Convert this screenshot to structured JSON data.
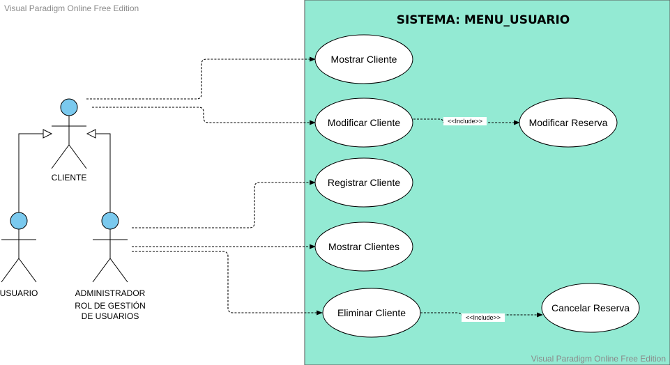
{
  "watermark_top": "Visual Paradigm Online Free Edition",
  "watermark_bottom": "Visual Paradigm Online Free Edition",
  "system": {
    "title": "SISTEMA: MENU_USUARIO",
    "fill_color": "#93ead3"
  },
  "actors": {
    "cliente": "CLIENTE",
    "usuario": "USUARIO",
    "administrador": "ADMINISTRADOR",
    "administrador_note_line1": "ROL DE GESTIÓN",
    "administrador_note_line2": "DE USUARIOS",
    "head_color": "#7ac9ee"
  },
  "use_cases": {
    "mostrar_cliente": "Mostrar Cliente",
    "modificar_cliente": "Modificar Cliente",
    "modificar_reserva": "Modificar Reserva",
    "registrar_cliente": "Registrar Cliente",
    "mostrar_clientes": "Mostrar Clientes",
    "eliminar_cliente": "Eliminar Cliente",
    "cancelar_reserva": "Cancelar Reserva"
  },
  "relations": {
    "include_1": "<<Include>>",
    "include_2": "<<Include>>"
  }
}
